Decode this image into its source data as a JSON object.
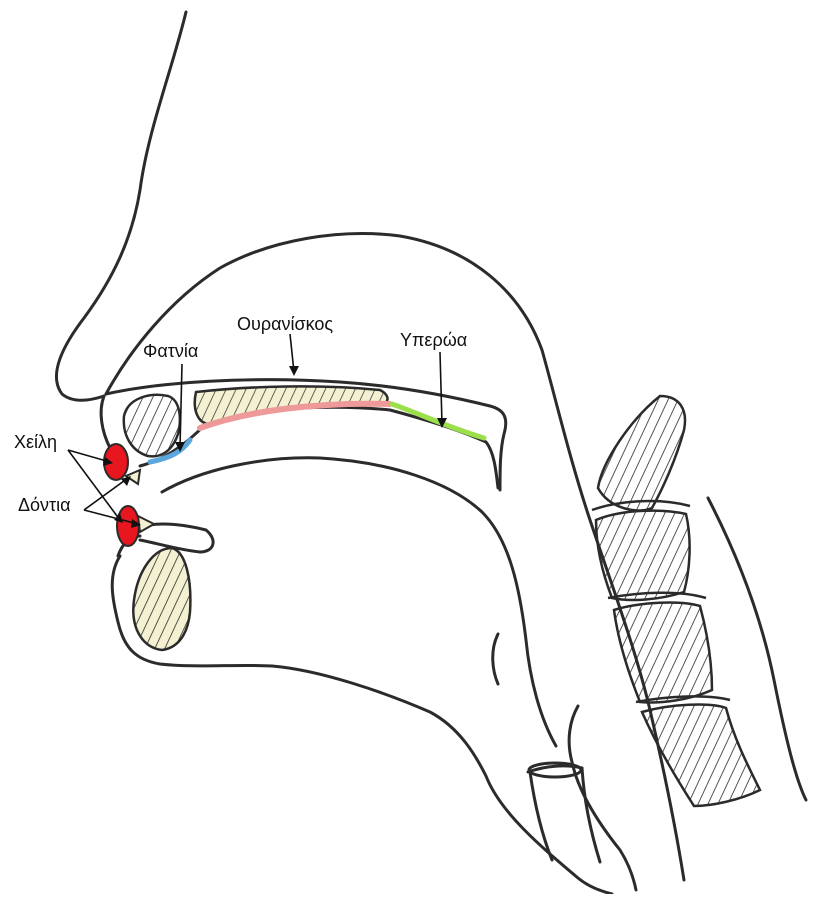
{
  "labels": {
    "ouraniskos": "Ουρανίσκος",
    "fatnia": "Φατνία",
    "yperoa": "Υπερώα",
    "xeili": "Χείλη",
    "dontia": "Δόντια"
  },
  "colors": {
    "outline": "#2b2b2b",
    "bone_fill": "#f4f1d2",
    "lips": "#e8161e",
    "alveolar_ridge": "#5aa7dd",
    "hard_palate": "#ef9a9a",
    "soft_palate": "#9be04a"
  }
}
